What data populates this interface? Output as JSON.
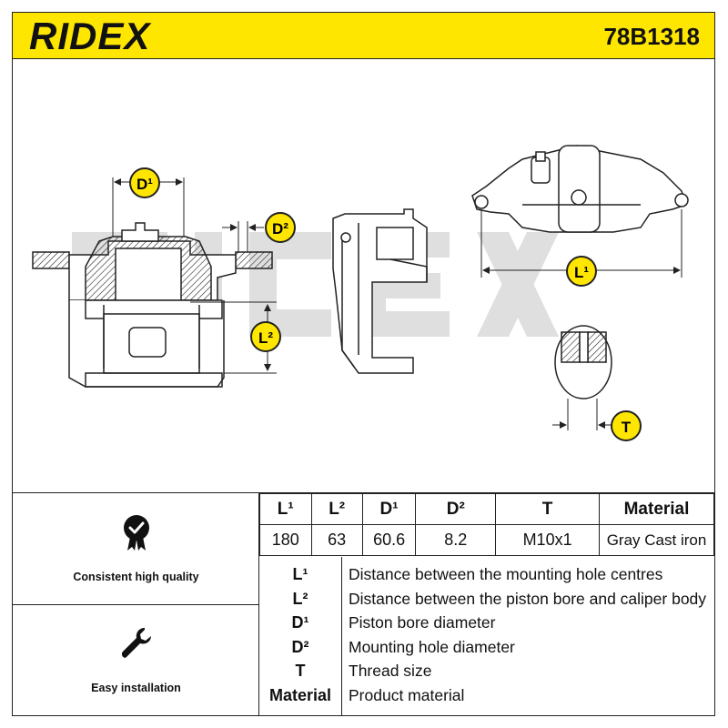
{
  "header": {
    "brand": "RIDEX",
    "part_number": "78B1318",
    "background": "#FFE600"
  },
  "diagram": {
    "labels": {
      "d1": "D¹",
      "d2": "D²",
      "l1": "L¹",
      "l2": "L²",
      "t": "T"
    },
    "badge_color": "#FFE600"
  },
  "features": [
    {
      "icon": "check-badge-icon",
      "label": "Consistent high quality"
    },
    {
      "icon": "wrench-icon",
      "label": "Easy installation"
    }
  ],
  "specs": {
    "headers": [
      "L¹",
      "L²",
      "D¹",
      "D²",
      "T",
      "Material"
    ],
    "values": [
      "180",
      "63",
      "60.6",
      "8.2",
      "M10x1",
      "Gray Cast iron"
    ]
  },
  "legend": [
    {
      "key": "L¹",
      "desc": "Distance between the mounting hole centres"
    },
    {
      "key": "L²",
      "desc": "Distance between the piston bore and caliper body"
    },
    {
      "key": "D¹",
      "desc": "Piston bore diameter"
    },
    {
      "key": "D²",
      "desc": "Mounting hole diameter"
    },
    {
      "key": "T",
      "desc": "Thread size"
    },
    {
      "key": "Material",
      "desc": "Product material"
    }
  ]
}
